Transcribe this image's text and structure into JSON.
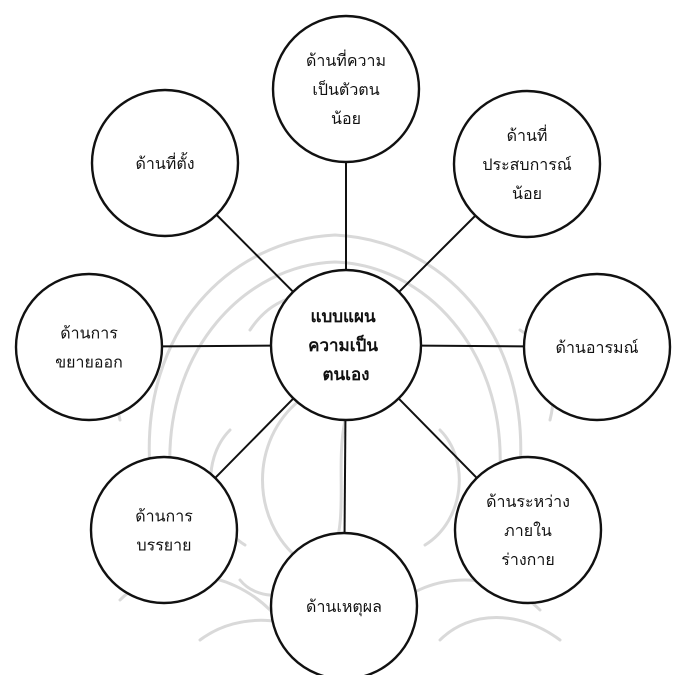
{
  "center": {
    "lines": [
      "แบบแผน",
      "ความเป็น",
      "ตนเอง"
    ]
  },
  "nodes": [
    {
      "id": "minimal-self",
      "lines": [
        "ด้านที่ความ",
        "เป็นตัวตน",
        "น้อย"
      ]
    },
    {
      "id": "minimal-experience",
      "lines": [
        "ด้านที่",
        "ประสบการณ์",
        "น้อย"
      ]
    },
    {
      "id": "emotional",
      "lines": [
        "ด้านอารมณ์"
      ]
    },
    {
      "id": "interoceptive",
      "lines": [
        "ด้านระหว่าง",
        "ภายใน",
        "ร่างกาย"
      ]
    },
    {
      "id": "reasoning",
      "lines": [
        "ด้านเหตุผล"
      ]
    },
    {
      "id": "narrative",
      "lines": [
        "ด้านการ",
        "บรรยาย"
      ]
    },
    {
      "id": "extended",
      "lines": [
        "ด้านการ",
        "ขยายออก"
      ]
    },
    {
      "id": "situated",
      "lines": [
        "ด้านที่ตั้ง"
      ]
    }
  ],
  "style": {
    "line_color": "#111111",
    "watermark_color": "#d9d9d9"
  }
}
